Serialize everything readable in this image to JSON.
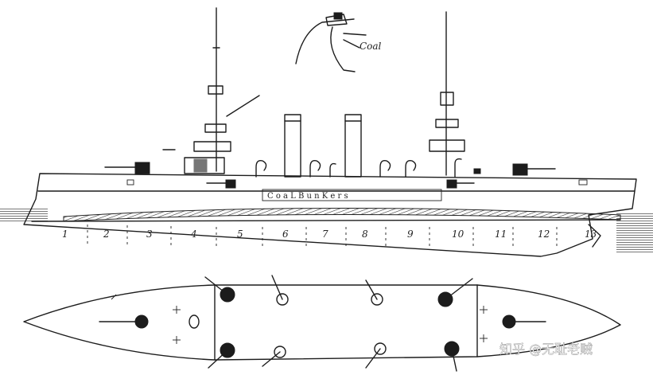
{
  "inset": {
    "coal_label": "Coal"
  },
  "profile": {
    "bunker_label": "C o a L  B u n K e r s",
    "compartments": [
      "1",
      "2",
      "3",
      "4",
      "5",
      "6",
      "7",
      "8",
      "9",
      "10",
      "11",
      "12",
      "13"
    ]
  },
  "watermark": {
    "text": "知乎 @无耻老贼"
  }
}
